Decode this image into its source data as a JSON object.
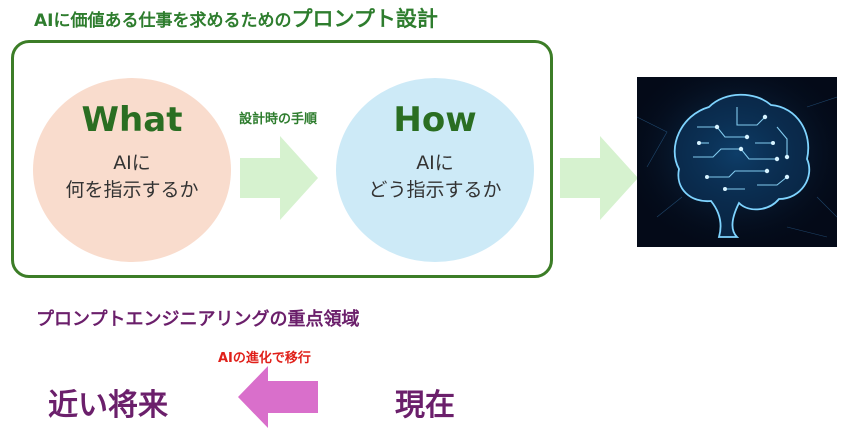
{
  "title": {
    "prefix": "AIに価値ある仕事を求めるための",
    "emphasis": "プロンプト設計"
  },
  "what": {
    "heading": "What",
    "line1": "AIに",
    "line2": "何を指示するか"
  },
  "how": {
    "heading": "How",
    "line1": "AIに",
    "line2": "どう指示するか"
  },
  "step_label": "設計時の手順",
  "section_title": "プロンプトエンジニアリングの重点領域",
  "evolution_label": "AIの進化で移行",
  "near_future": "近い将来",
  "present": "現在",
  "colors": {
    "green": "#2e7d2e",
    "arrow_green": "#d6f2cf",
    "arrow_pink": "#d96fcb",
    "purple": "#6b1f6b",
    "red": "#e0201a"
  }
}
